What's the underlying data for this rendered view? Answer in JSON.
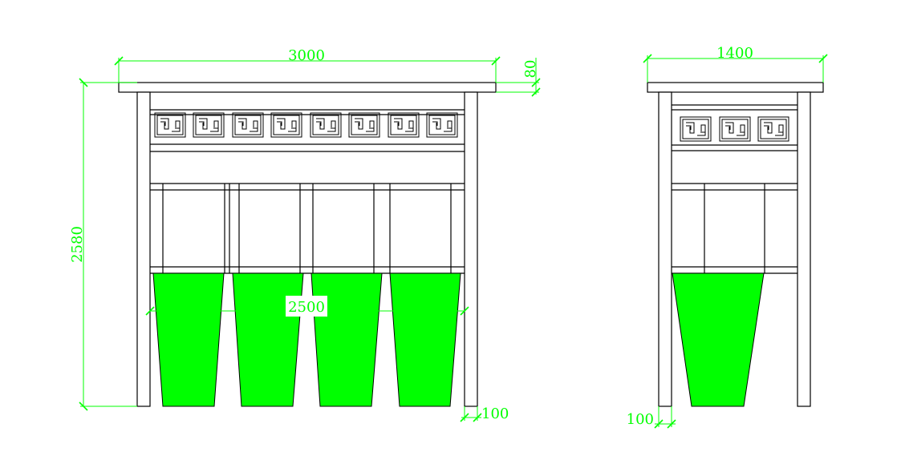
{
  "colors": {
    "outline": "#000000",
    "dimension": "#00ff00",
    "bin_fill": "#00ff00",
    "background": "#ffffff"
  },
  "front_view": {
    "dim_total_width": "3000",
    "dim_roof_thickness": "80",
    "dim_total_height": "2580",
    "dim_inner_width": "2500",
    "dim_post_width": "100",
    "bins": [
      "bin",
      "bin",
      "bin",
      "bin"
    ]
  },
  "side_view": {
    "dim_total_width": "1400",
    "dim_post_width": "100",
    "bins": [
      "bin"
    ]
  }
}
